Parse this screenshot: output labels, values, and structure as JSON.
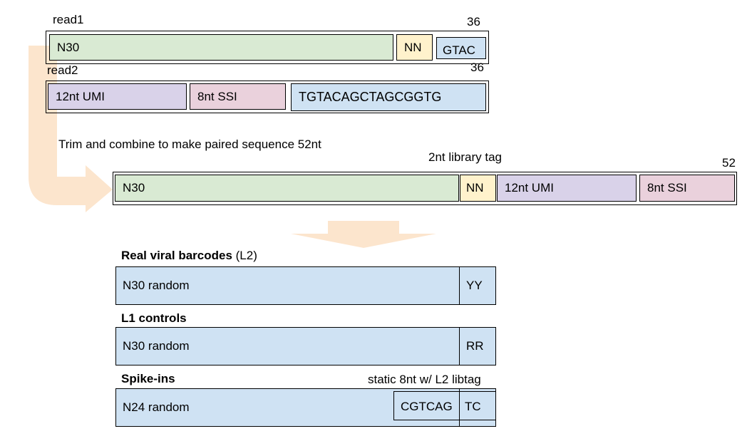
{
  "read1": {
    "label": "read1",
    "length": "36",
    "segments": [
      "N30",
      "NN",
      "GTAC"
    ]
  },
  "read2": {
    "label": "read2",
    "length": "36",
    "segments": [
      "12nt UMI",
      "8nt SSI",
      "TGTACAGCTAGCGGTG"
    ]
  },
  "combine": {
    "caption": "Trim and combine to make paired sequence 52nt",
    "library_tag_label": "2nt library tag",
    "length": "52",
    "segments": [
      "N30",
      "NN",
      "12nt UMI",
      "8nt SSI"
    ]
  },
  "categories": [
    {
      "title_main": "Real viral barcodes",
      "title_suffix": " (L2)",
      "segments": [
        "N30 random",
        "YY"
      ]
    },
    {
      "title_main": "L1 controls",
      "title_suffix": "",
      "segments": [
        "N30 random",
        "RR"
      ]
    },
    {
      "title_main": "Spike-ins",
      "title_suffix": "",
      "note": "static 8nt  w/ L2 libtag",
      "segments": [
        "N24 random",
        "CGTCAG",
        "TC"
      ]
    }
  ],
  "colors": {
    "arrow": "#fce5cd",
    "green": "#d9ead3",
    "yellow": "#fff2cc",
    "blue": "#cfe2f3",
    "purple": "#d9d2e9",
    "pink": "#ead1dc"
  }
}
